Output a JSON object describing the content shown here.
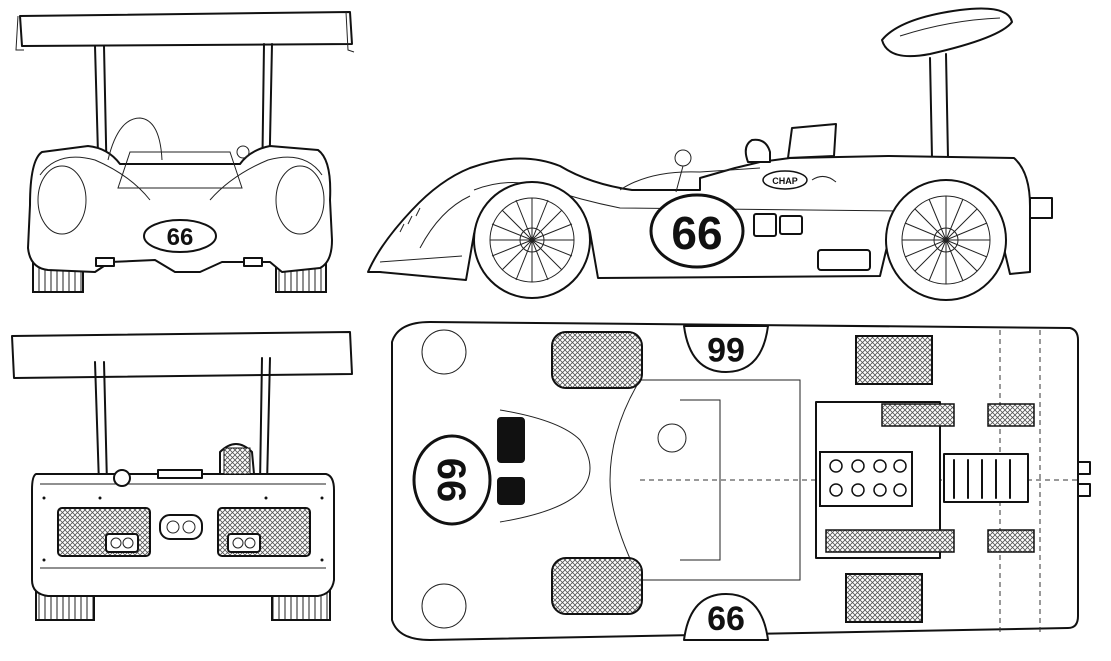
{
  "drawing": {
    "race_number": "66",
    "race_number_inverted": "66",
    "side_badge": "CHAP",
    "colors": {
      "ink": "#111111",
      "paper": "#ffffff",
      "mesh": "#555555"
    }
  }
}
